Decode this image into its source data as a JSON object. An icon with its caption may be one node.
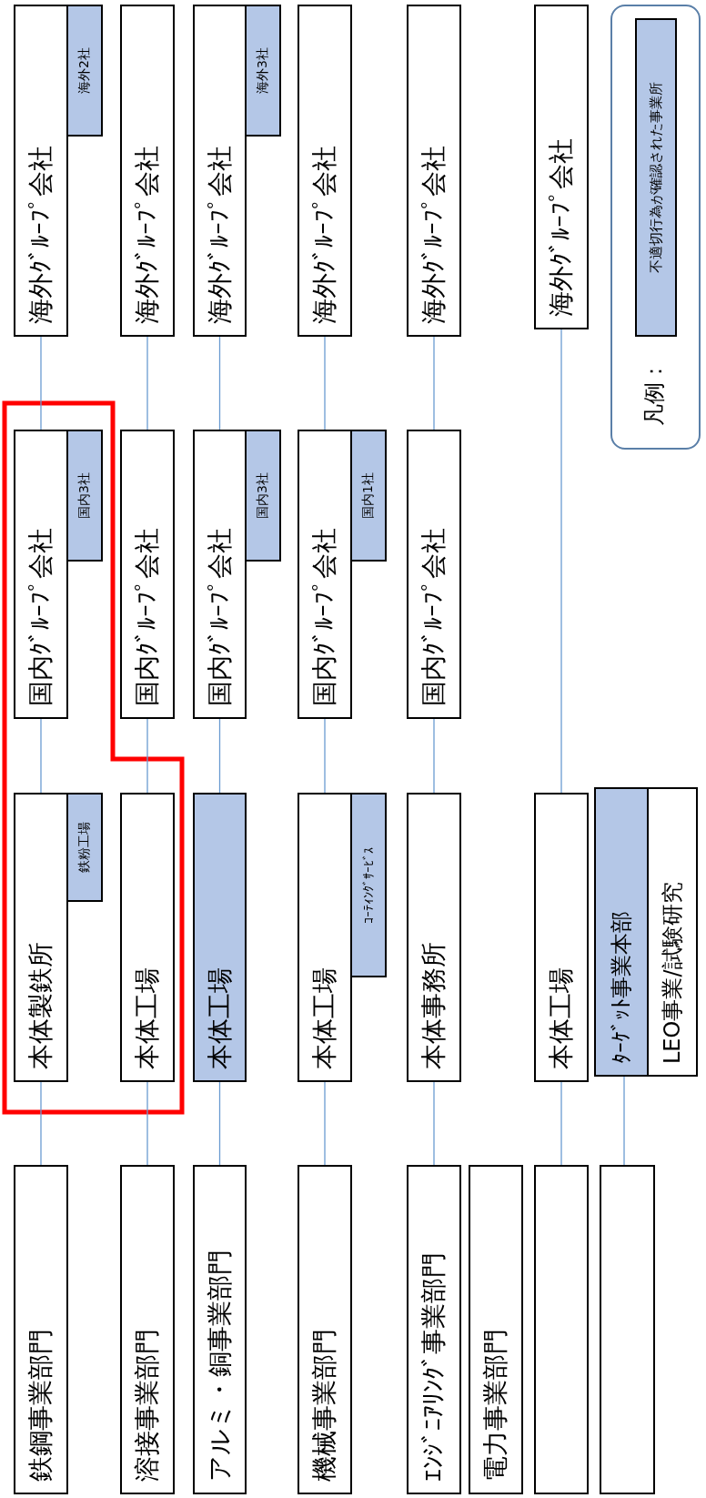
{
  "diagram": {
    "nodes": [
      {
        "text": [
          "鉄鋼事業部門"
        ]
      },
      {
        "text": [
          "本体製鉄所"
        ]
      },
      {
        "text": [
          "鉄粉工場"
        ]
      },
      {
        "text": [
          "国内ｸﾞﾙｰﾌﾟ会社"
        ]
      },
      {
        "text": [
          "国内3社"
        ]
      },
      {
        "text": [
          "海外ｸﾞﾙｰﾌﾟ会社"
        ]
      },
      {
        "text": [
          "海外2社"
        ]
      },
      {
        "text": [
          "溶接事業部門"
        ]
      },
      {
        "text": [
          "本体工場"
        ]
      },
      {
        "text": [
          "国内ｸﾞﾙｰﾌﾟ会社"
        ]
      },
      {
        "text": [
          "海外ｸﾞﾙｰﾌﾟ会社"
        ]
      },
      {
        "text": [
          "アルミ・銅事業部門"
        ]
      },
      {
        "text": [
          "本体工場"
        ]
      },
      {
        "text": [
          "国内ｸﾞﾙｰﾌﾟ会社"
        ]
      },
      {
        "text": [
          "国内3社"
        ]
      },
      {
        "text": [
          "海外ｸﾞﾙｰﾌﾟ会社"
        ]
      },
      {
        "text": [
          "海外3社"
        ]
      },
      {
        "text": [
          "機械事業部門"
        ]
      },
      {
        "text": [
          "本体工場"
        ]
      },
      {
        "text": [
          "ｺｰﾃｨﾝｸﾞｻｰﾋﾞｽ"
        ]
      },
      {
        "text": [
          "国内ｸﾞﾙｰﾌﾟ会社"
        ]
      },
      {
        "text": [
          "国内1社"
        ]
      },
      {
        "text": [
          "海外ｸﾞﾙｰﾌﾟ会社"
        ]
      },
      {
        "text": [
          "ｴﾝｼﾞﾆｱﾘﾝｸﾞ事業部門"
        ]
      },
      {
        "text": [
          "本体事務所"
        ]
      },
      {
        "text": [
          "国内ｸﾞﾙｰﾌﾟ会社"
        ]
      },
      {
        "text": [
          "海外ｸﾞﾙｰﾌﾟ会社"
        ]
      },
      {
        "text": [
          "電力事業部門"
        ]
      },
      {
        "text": [],
        "shape": "box"
      },
      {
        "text": [
          "本体工場"
        ]
      },
      {
        "text": [
          "海外ｸﾞﾙｰﾌﾟ会社"
        ]
      },
      {
        "text": [],
        "shape": "box"
      },
      {
        "text": [
          "ﾀｰｹﾞｯﾄ事業本部"
        ]
      },
      {
        "text": [
          "LEO事業/試験研究"
        ]
      }
    ],
    "edges": [
      {
        "from": 0,
        "to": 1,
        "arrow": "none"
      },
      {
        "from": 1,
        "to": 3,
        "arrow": "none"
      },
      {
        "from": 3,
        "to": 5,
        "arrow": "none"
      },
      {
        "from": 7,
        "to": 8,
        "arrow": "none"
      },
      {
        "from": 8,
        "to": 9,
        "arrow": "none"
      },
      {
        "from": 9,
        "to": 10,
        "arrow": "none"
      },
      {
        "from": 11,
        "to": 12,
        "arrow": "none"
      },
      {
        "from": 12,
        "to": 13,
        "arrow": "none"
      },
      {
        "from": 13,
        "to": 15,
        "arrow": "none"
      },
      {
        "from": 17,
        "to": 18,
        "arrow": "none"
      },
      {
        "from": 18,
        "to": 20,
        "arrow": "none"
      },
      {
        "from": 20,
        "to": 22,
        "arrow": "none"
      },
      {
        "from": 23,
        "to": 24,
        "arrow": "none"
      },
      {
        "from": 24,
        "to": 25,
        "arrow": "none"
      },
      {
        "from": 25,
        "to": 26,
        "arrow": "none"
      },
      {
        "from": 28,
        "to": 29,
        "arrow": "none"
      },
      {
        "from": 29,
        "to": 30,
        "arrow": "none"
      },
      {
        "from": 31,
        "to": 32,
        "arrow": "none"
      }
    ],
    "labels": [
      "凡例："
    ],
    "legend": [
      {
        "text": "不適切行為が確認された事業所",
        "color": "#b4c7e7"
      }
    ]
  }
}
